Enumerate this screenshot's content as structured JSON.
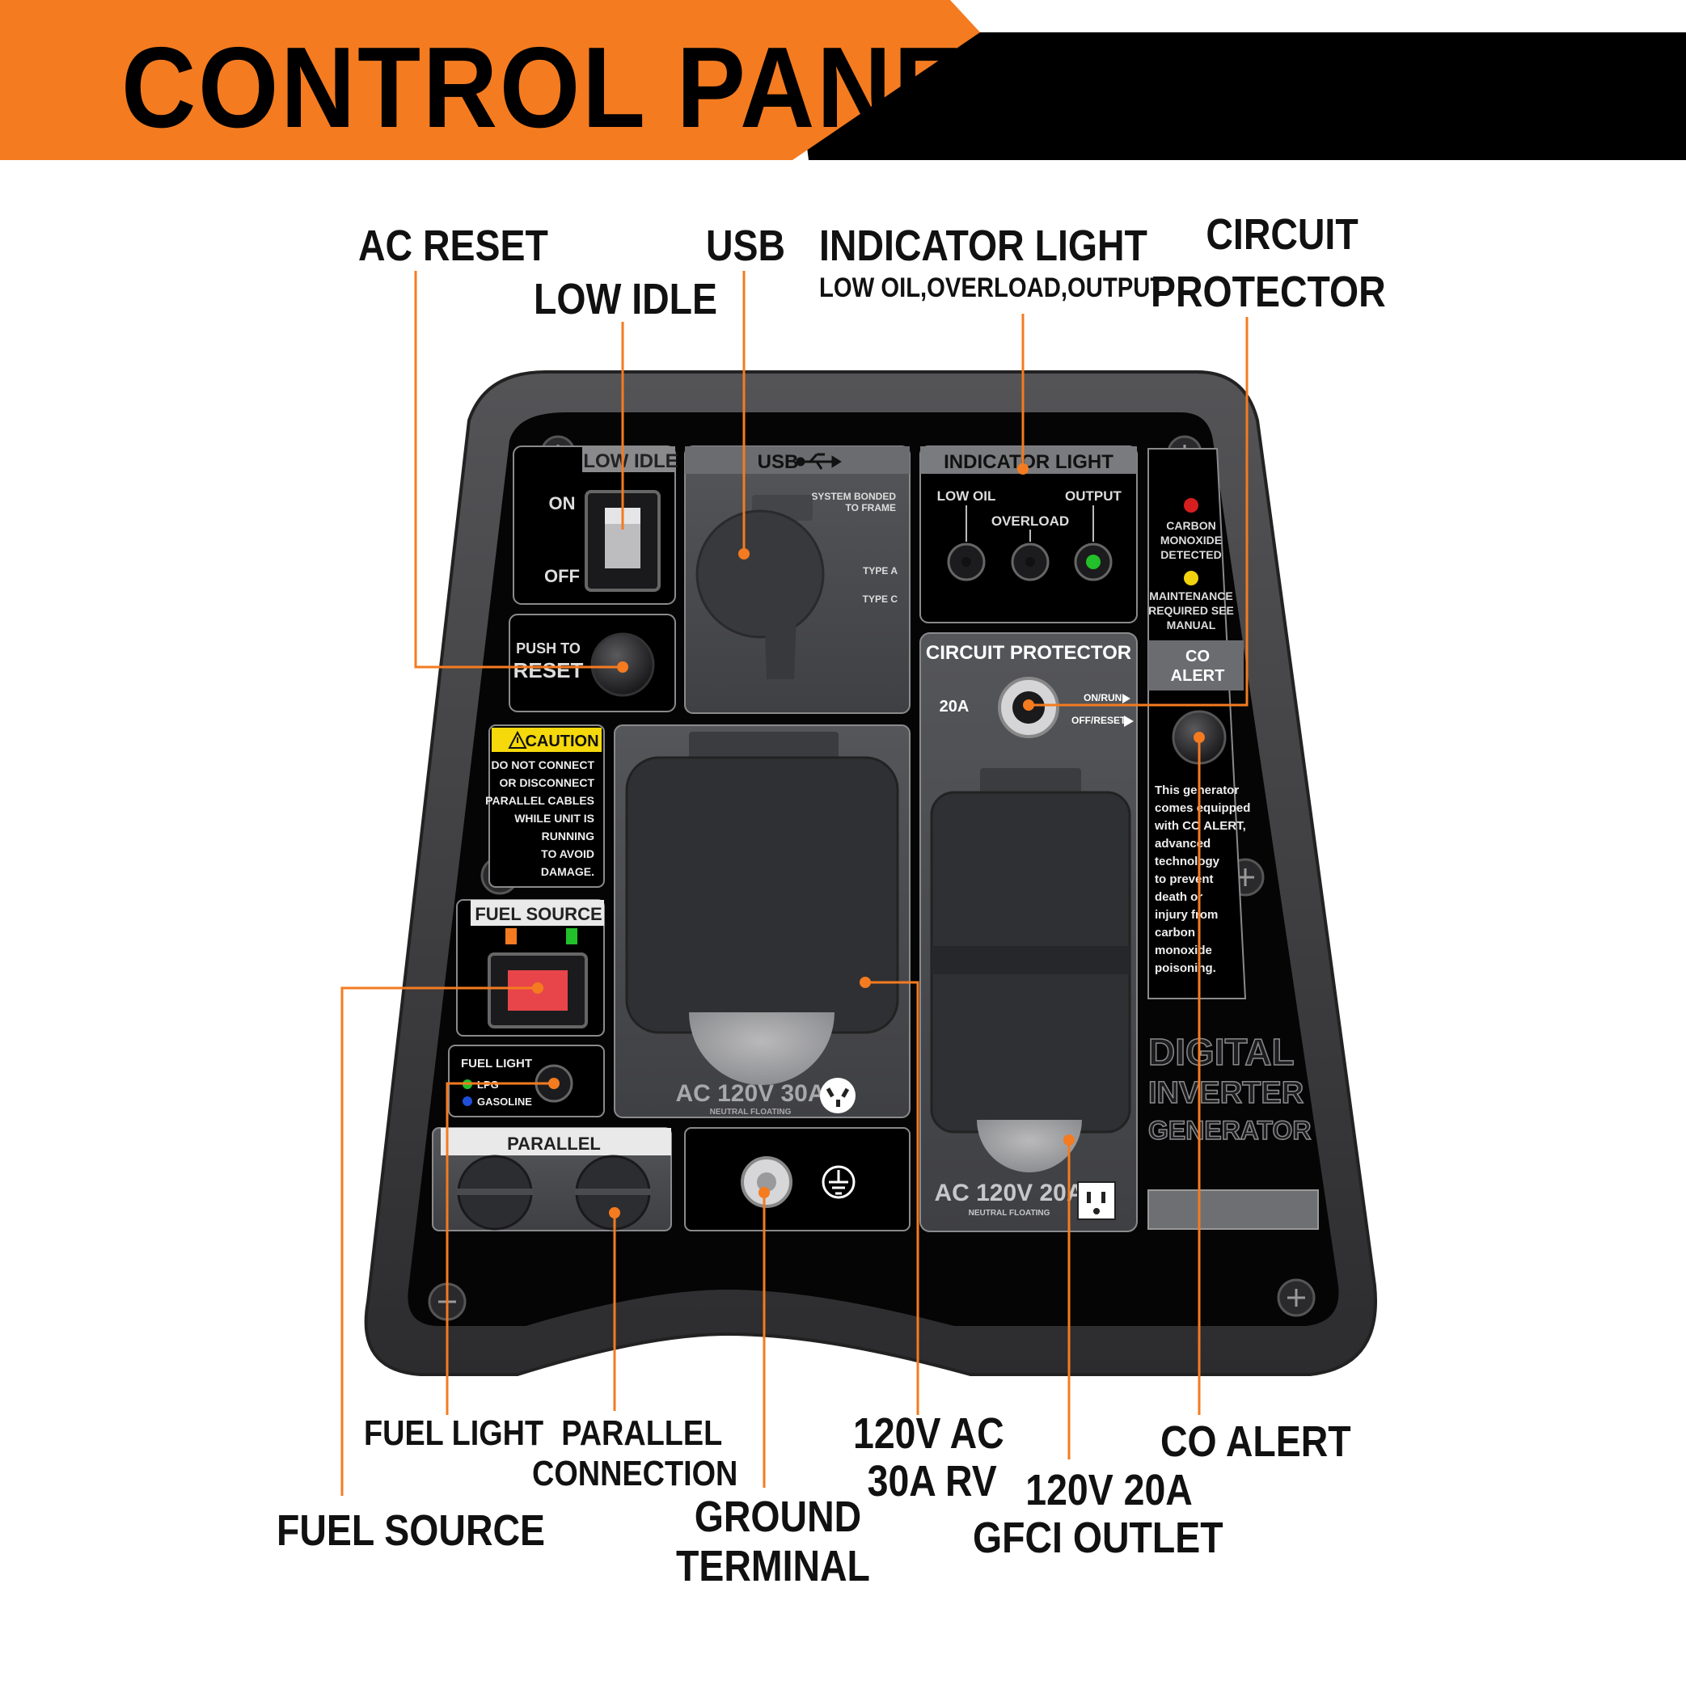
{
  "header": {
    "title": "CONTROL PANEL"
  },
  "colors": {
    "accent": "#F47B20",
    "header_bg": "#000000",
    "panel_frame": "#3C3C3E",
    "panel_face": "#050505",
    "module_grey": "#4A4B4E",
    "fuel_button": "#E8454A",
    "caution_yellow": "#F5D90A",
    "led_green": "#22C02A",
    "led_red": "#D61E1E",
    "led_yellow": "#F2D30E",
    "led_blue": "#1F4FD8"
  },
  "callouts": {
    "ac_reset": "AC RESET",
    "low_idle": "LOW IDLE",
    "usb": "USB",
    "indicator_light": "INDICATOR LIGHT",
    "indicator_light_sub": "LOW OIL,OVERLOAD,OUTPUT",
    "circuit_protector_1": "CIRCUIT",
    "circuit_protector_2": "PROTECTOR",
    "fuel_light": "FUEL LIGHT",
    "parallel_connection_1": "PARALLEL",
    "parallel_connection_2": "CONNECTION",
    "fuel_source": "FUEL SOURCE",
    "ground_terminal_1": "GROUND",
    "ground_terminal_2": "TERMINAL",
    "rv_1": "120V AC",
    "rv_2": "30A RV",
    "gfci_1": "120V 20A",
    "gfci_2": "GFCI OUTLET",
    "co_alert": "CO ALERT"
  },
  "panel": {
    "low_idle_title": "LOW IDLE",
    "on": "ON",
    "off": "OFF",
    "push_to": "PUSH TO",
    "reset": "RESET",
    "usb_title": "USB",
    "system_bonded_1": "SYSTEM BONDED",
    "system_bonded_2": "TO FRAME",
    "type_a": "TYPE A",
    "type_c": "TYPE C",
    "indicator_title": "INDICATOR LIGHT",
    "low_oil": "LOW OIL",
    "overload": "OVERLOAD",
    "output": "OUTPUT",
    "carbon_1": "CARBON",
    "carbon_2": "MONOXIDE",
    "carbon_3": "DETECTED",
    "maint_1": "MAINTENANCE",
    "maint_2": "REQUIRED SEE",
    "maint_3": "MANUAL",
    "co_label_1": "CO",
    "co_label_2": "ALERT",
    "circuit_title": "CIRCUIT PROTECTOR",
    "amps_20a": "20A",
    "on_run": "ON/RUN",
    "off_reset": "OFF/RESET",
    "caution_title": "CAUTION",
    "caution_lines": [
      "DO NOT CONNECT",
      "OR DISCONNECT",
      "PARALLEL CABLES",
      "WHILE UNIT IS",
      "RUNNING",
      "TO AVOID",
      "DAMAGE."
    ],
    "co_text_lines": [
      "This generator",
      "comes equipped",
      "with CO ALERT,",
      "advanced",
      "technology",
      "to prevent",
      "death or",
      "injury from",
      "carbon",
      "monoxide",
      "poisoning."
    ],
    "fuel_source_title": "FUEL SOURCE",
    "fuel_light_title": "FUEL LIGHT",
    "lpg": "LPG",
    "gasoline": "GASOLINE",
    "ac30_label": "AC 120V 30A",
    "ac30_sub": "NEUTRAL FLOATING",
    "ac20_label": "AC 120V 20A",
    "ac20_sub": "NEUTRAL FLOATING",
    "parallel_title": "PARALLEL",
    "digital": "DIGITAL",
    "inverter": "INVERTER",
    "generator": "GENERATOR"
  }
}
